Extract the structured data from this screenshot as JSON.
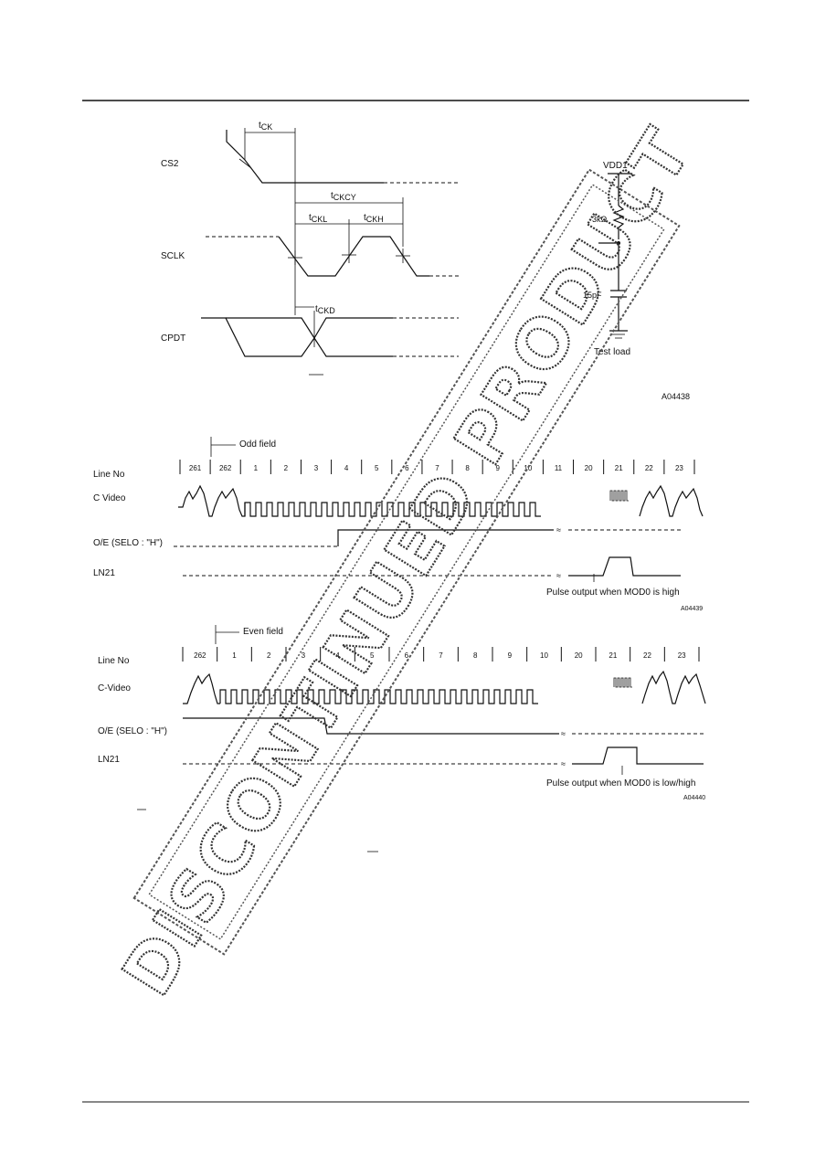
{
  "timing": {
    "t_cs_label": "t",
    "t_cs_sub": "CK",
    "t_ckcy_label": "t",
    "t_ckcy_sub": "CKCY",
    "t_ckl_label": "t",
    "t_ckl_sub": "CKL",
    "t_ckh_label": "t",
    "t_ckh_sub": "CKH",
    "t_ckd_label": "t",
    "t_ckd_sub": "CKD",
    "sig_cs": "CS2",
    "sig_sclk": "SCLK",
    "sig_cpdt": "CPDT",
    "fig_id": "A04438"
  },
  "test_load": {
    "vdd": "VDD1",
    "resistor": "3kΩ",
    "capacitor": "15pF",
    "caption": "Test load"
  },
  "odd": {
    "field_label": "Odd field",
    "line_no_label": "Line No",
    "cvideo_label": "C Video",
    "oe_label": "O/E (SELO : \"H\")",
    "ln21_label": "LN21",
    "line_numbers": [
      "261",
      "262",
      "1",
      "2",
      "3",
      "4",
      "5",
      "6",
      "7",
      "8",
      "9",
      "10",
      "11",
      "20",
      "21",
      "22",
      "23"
    ],
    "note": "Pulse output when MOD0 is high",
    "fig_id": "A04439"
  },
  "even": {
    "field_label": "Even field",
    "line_no_label": "Line No",
    "cvideo_label": "C-Video",
    "oe_label": "O/E (SELO : \"H\")",
    "ln21_label": "LN21",
    "line_numbers": [
      "262",
      "1",
      "2",
      "3",
      "4",
      "5",
      "6",
      "7",
      "8",
      "9",
      "10",
      "20",
      "21",
      "22",
      "23"
    ],
    "note": "Pulse output when MOD0 is low/high",
    "fig_id": "A04440"
  },
  "watermark": "DISCONTINUED PRODUCT"
}
